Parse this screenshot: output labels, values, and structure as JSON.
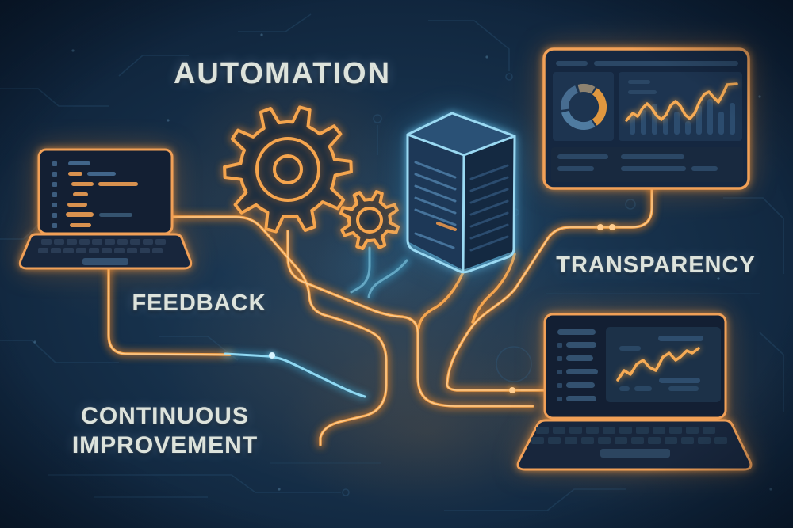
{
  "labels": {
    "automation": "AUTOMATION",
    "feedback": "FEEDBACK",
    "transparency": "TRANSPARENCY",
    "continuous_line1": "CONTINUOUS",
    "continuous_line2": "IMPROVEMENT"
  },
  "colors": {
    "background": "#0d1f35",
    "trace_orange": "#f5a54e",
    "trace_orange_glow": "#e07f25",
    "trace_cyan": "#8fd8f2",
    "label_text": "#dde3dc"
  },
  "icons": [
    "laptop-code-icon",
    "gear-large-icon",
    "gear-small-icon",
    "server-icon",
    "dashboard-monitor-icon",
    "donut-chart-icon",
    "line-chart-icon",
    "laptop-chart-icon"
  ]
}
